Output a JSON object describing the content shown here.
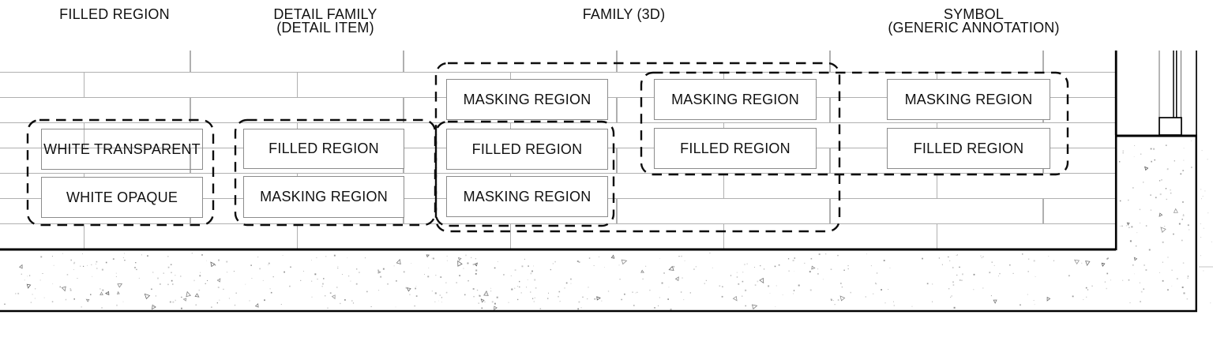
{
  "headers": {
    "filled_region": {
      "line1": "FILLED REGION"
    },
    "detail_family": {
      "line1": "DETAIL FAMILY",
      "line2": "(DETAIL ITEM)"
    },
    "family_3d": {
      "line1": "FAMILY (3D)"
    },
    "symbol": {
      "line1": "SYMBOL",
      "line2": "(GENERIC ANNOTATION)"
    }
  },
  "boxes": {
    "white_transparent": "WHITE TRANSPARENT",
    "white_opaque": "WHITE OPAQUE",
    "detail_filled": "FILLED REGION",
    "detail_masking": "MASKING REGION",
    "family_masking_top": "MASKING REGION",
    "family_filled": "FILLED REGION",
    "family_masking_bottom": "MASKING REGION",
    "family_right_masking": "MASKING REGION",
    "family_right_filled": "FILLED REGION",
    "symbol_masking": "MASKING REGION",
    "symbol_filled": "FILLED REGION"
  },
  "colors": {
    "drawing_line": "#000000",
    "dashed_outline": "#0d0d0d",
    "brick_joint": "#b0b0b0",
    "box_border": "#8c8c8c",
    "stipple": "#707070",
    "text": "#111111"
  }
}
